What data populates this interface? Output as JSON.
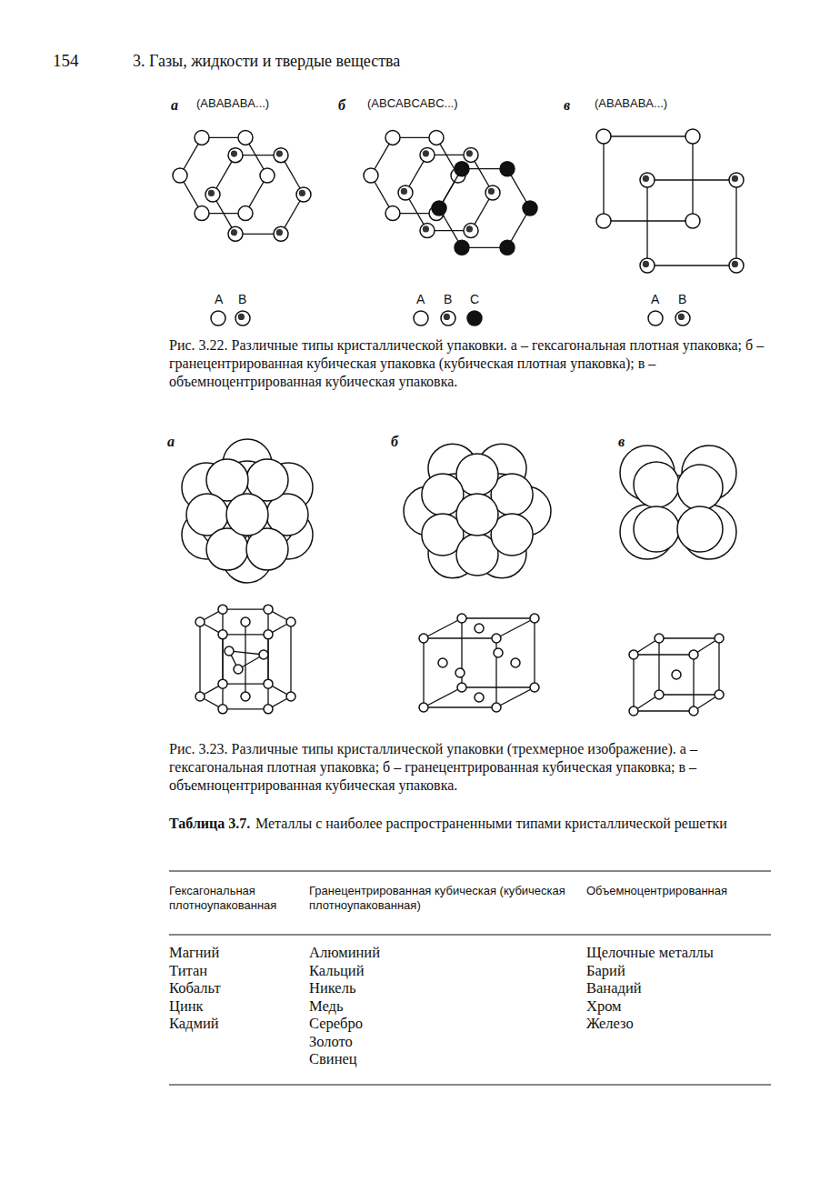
{
  "diagram": {
    "labels": [
      "154",
      "3. Газы, жидкости и твердые вещества",
      "а",
      "(ABABABA...)",
      "б",
      "(ABCABCABC...)",
      "в",
      "(ABABABA...)",
      "A",
      "B",
      "A",
      "B",
      "C",
      "A",
      "B",
      "Рис. 3.22. Различные типы кристаллической упаковки. а – гексагональная плотная упаковка; б – гранецентрированная кубическая упаковка (кубическая плотная упаковка); в – объемноцентрированная кубическая упаковка.",
      "а",
      "б",
      "в",
      "Рис. 3.23. Различные типы кристаллической упаковки (трехмерное изображение). а – гексагональная плотная упаковка; б – гранецентрированная кубическая упаковка; в – объемноцентрированная кубическая упаковка.",
      "Таблица 3.7.",
      "Металлы с наиболее распространенными типами кристаллической решетки",
      "Гексагональная плотноупакованная",
      "Гранецентрированная кубическая (кубическая плотноупакованная)",
      "Объемноцентрированная",
      "Магний",
      "Титан",
      "Кобальт",
      "Цинк",
      "Кадмий",
      "Алюминий",
      "Кальций",
      "Никель",
      "Медь",
      "Серебро",
      "Золото",
      "Свинец",
      "Щелочные металлы",
      "Барий",
      "Ванадий",
      "Хром",
      "Железо"
    ]
  }
}
